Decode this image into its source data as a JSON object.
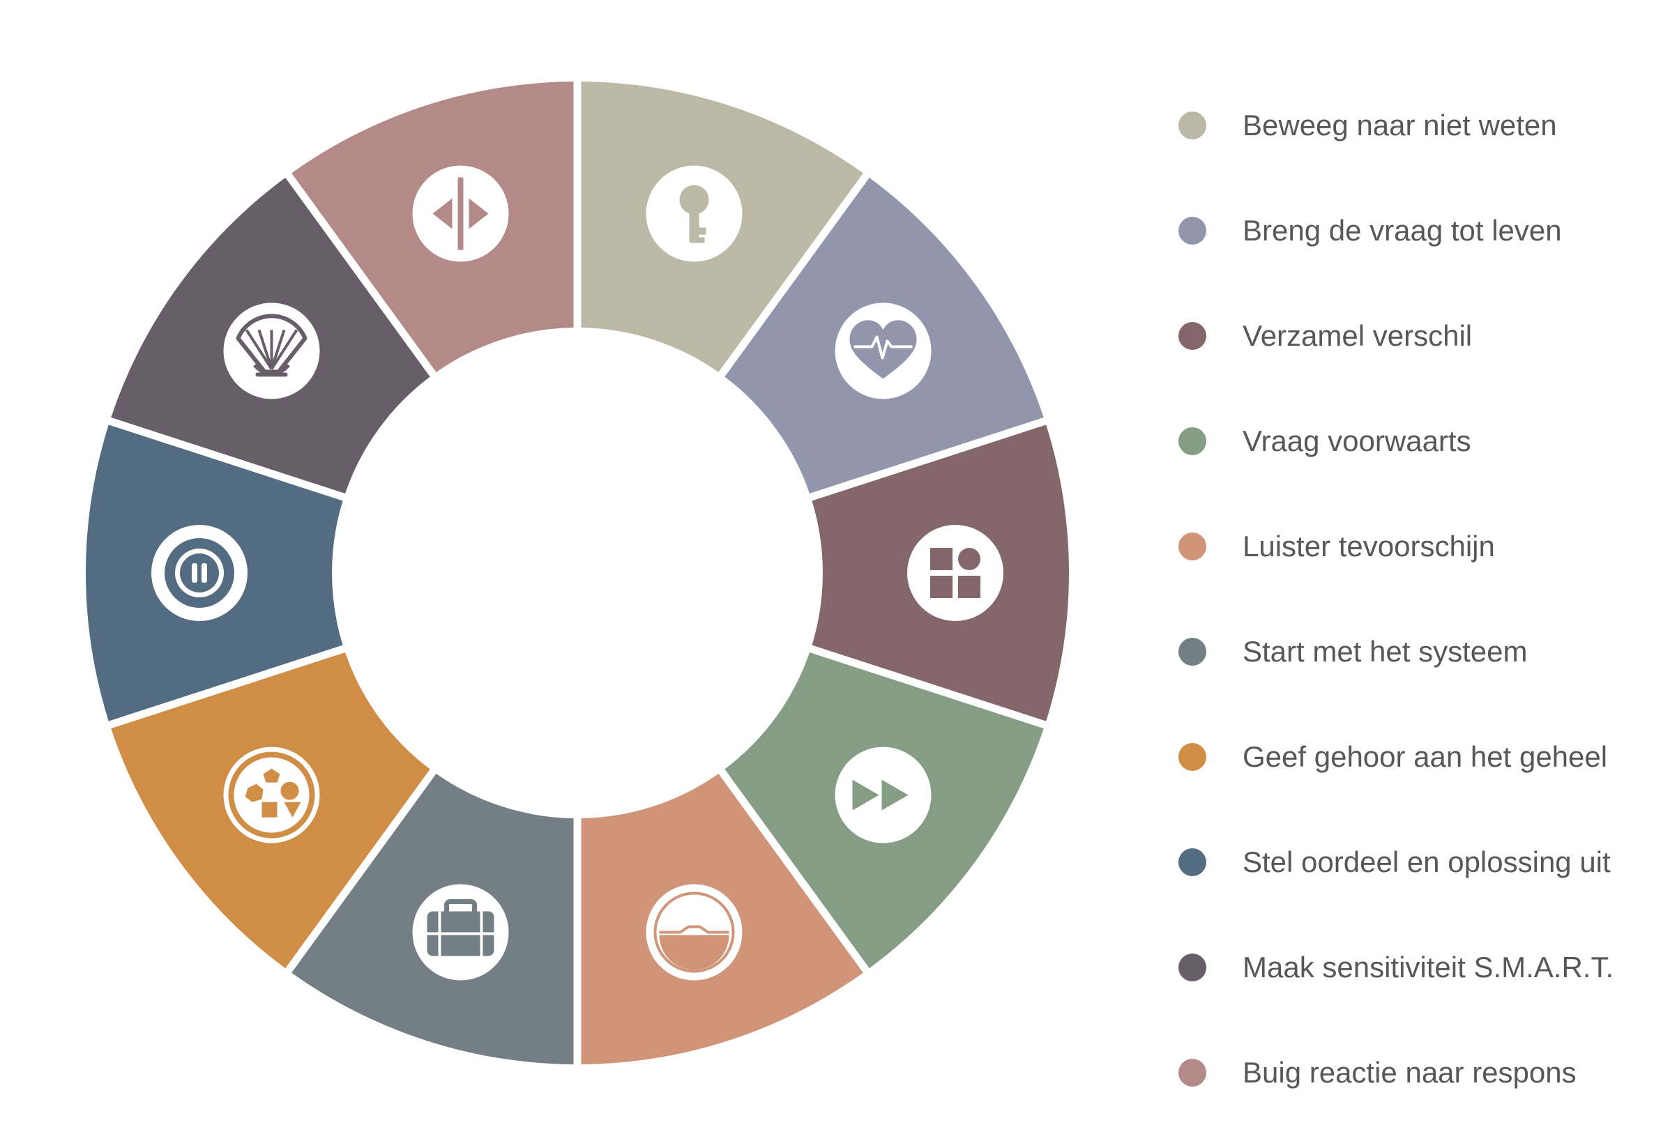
{
  "segments": [
    {
      "label": "Beweeg naar niet weten",
      "color": "#bbb9a5",
      "icon": "key-icon"
    },
    {
      "label": "Breng de vraag tot leven",
      "color": "#9196ad",
      "icon": "heartbeat-icon"
    },
    {
      "label": "Verzamel verschil",
      "color": "#84676b",
      "icon": "shapes-grid-icon"
    },
    {
      "label": "Vraag voorwaarts",
      "color": "#859d85",
      "icon": "fast-forward-icon"
    },
    {
      "label": "Luister tevoorschijn",
      "color": "#d09578",
      "icon": "bowl-icon"
    },
    {
      "label": "Start met het systeem",
      "color": "#737f84",
      "icon": "briefcase-icon"
    },
    {
      "label": "Geef gehoor aan het geheel",
      "color": "#d08d46",
      "icon": "shapes-circle-icon"
    },
    {
      "label": "Stel oordeel en oplossing uit",
      "color": "#546c82",
      "icon": "pause-icon"
    },
    {
      "label": "Maak sensitiviteit S.M.A.R.T.",
      "color": "#675e69",
      "icon": "fan-icon"
    },
    {
      "label": "Buig reactie naar respons",
      "color": "#b38a88",
      "icon": "split-arrows-icon"
    }
  ]
}
